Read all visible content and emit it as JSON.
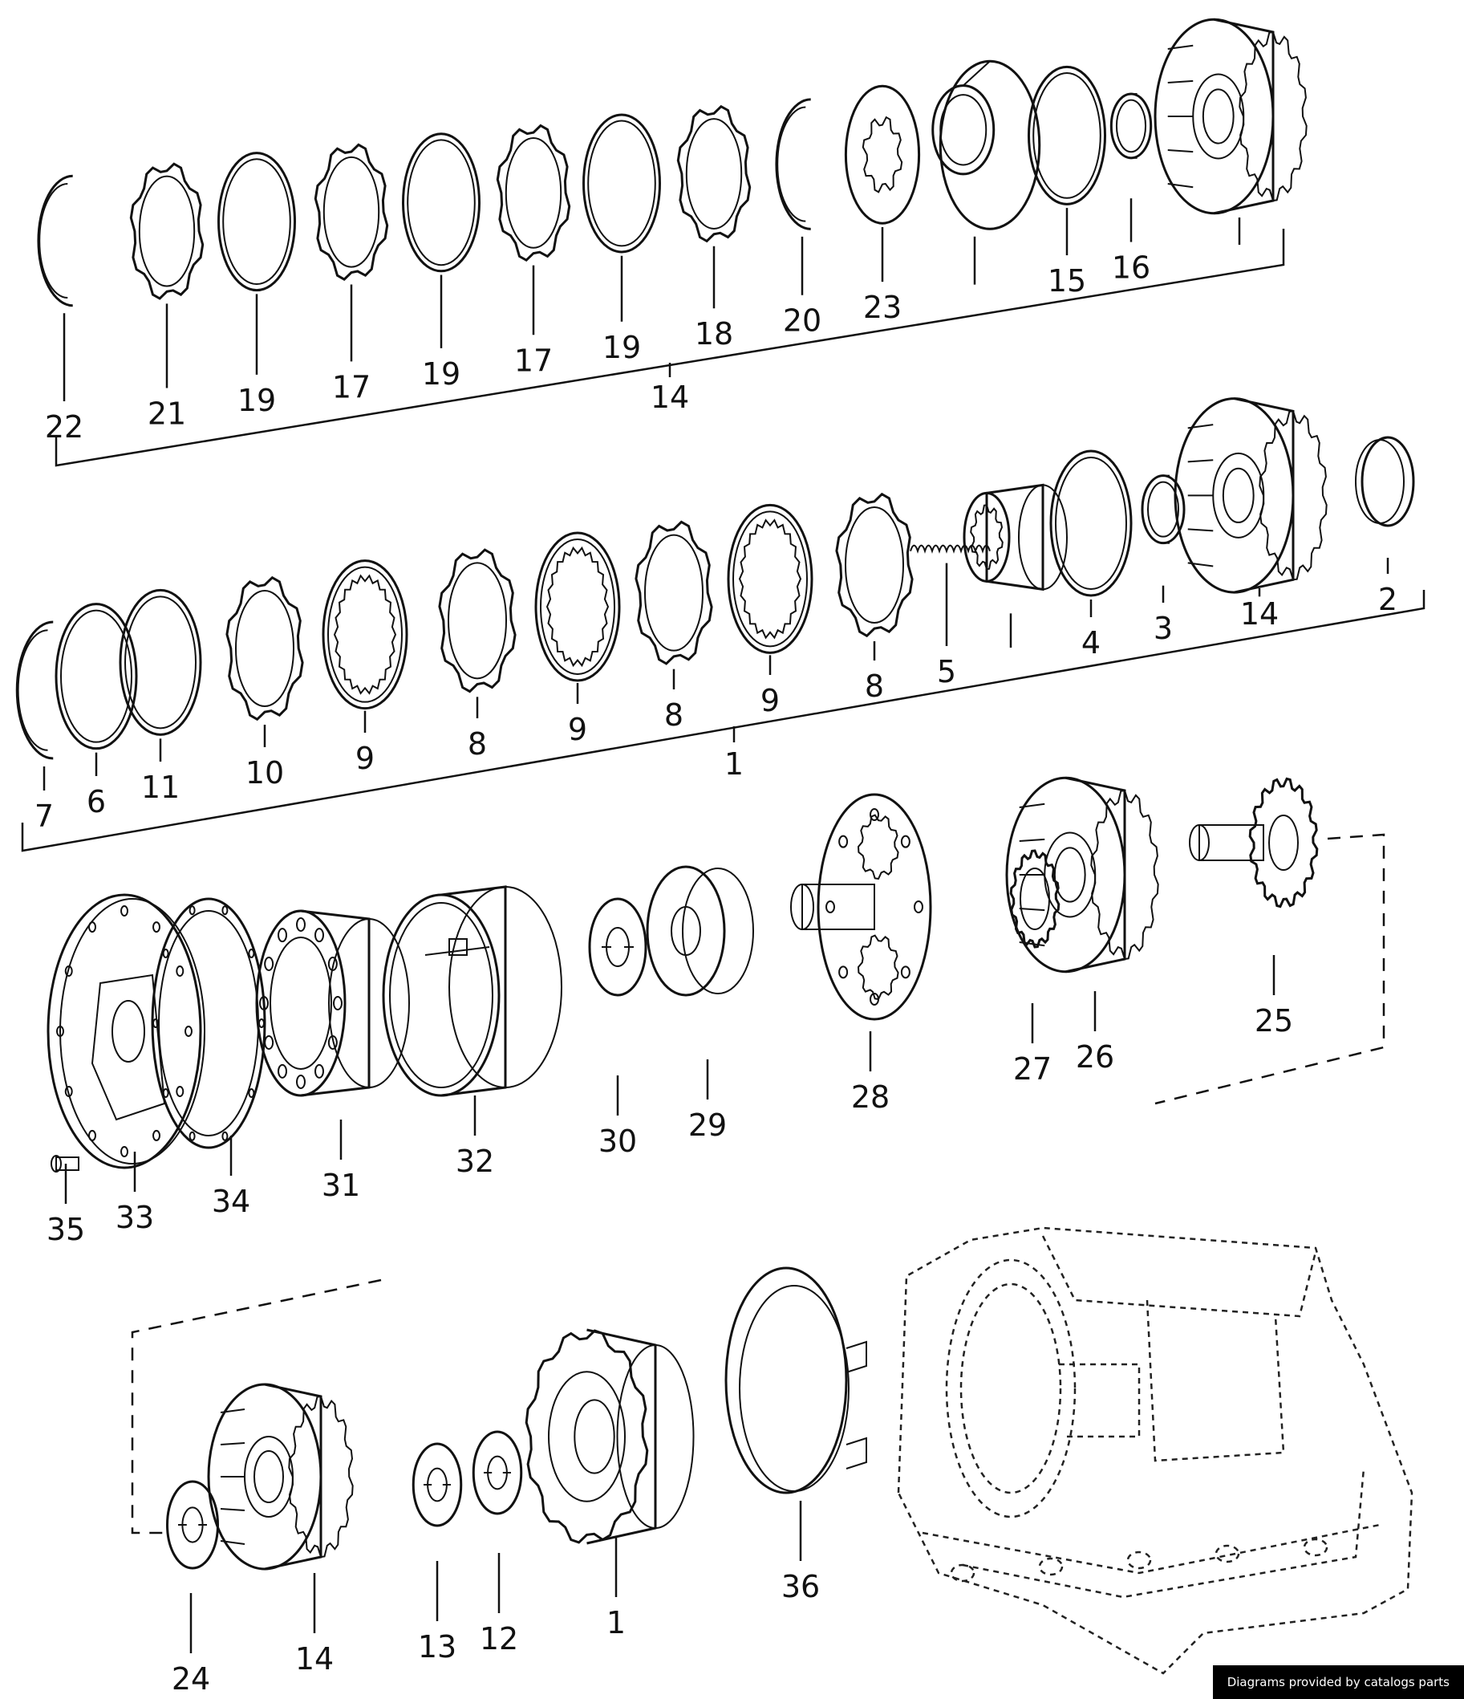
{
  "diagram": {
    "rows": [
      {
        "parts": [
          {
            "label": "22",
            "kind": "snapring"
          },
          {
            "label": "21",
            "kind": "steelplate"
          },
          {
            "label": "19",
            "kind": "ring"
          },
          {
            "label": "17",
            "kind": "steelplate"
          },
          {
            "label": "19",
            "kind": "ring"
          },
          {
            "label": "17",
            "kind": "steelplate"
          },
          {
            "label": "19",
            "kind": "ring"
          },
          {
            "label": "18",
            "kind": "steelplate"
          },
          {
            "label": "20",
            "kind": "snapring"
          },
          {
            "label": "23",
            "kind": "spring"
          },
          {
            "label": "",
            "kind": "piston"
          },
          {
            "label": "15",
            "kind": "ring"
          },
          {
            "label": "16",
            "kind": "seal"
          },
          {
            "label": "",
            "kind": "drum"
          }
        ],
        "group_label": "14"
      },
      {
        "parts": [
          {
            "label": "7",
            "kind": "snapring"
          },
          {
            "label": "6",
            "kind": "ring"
          },
          {
            "label": "11",
            "kind": "ring"
          },
          {
            "label": "10",
            "kind": "steelplate"
          },
          {
            "label": "9",
            "kind": "frictionplate"
          },
          {
            "label": "8",
            "kind": "steelplate"
          },
          {
            "label": "9",
            "kind": "frictionplate"
          },
          {
            "label": "8",
            "kind": "steelplate"
          },
          {
            "label": "9",
            "kind": "frictionplate"
          },
          {
            "label": "8",
            "kind": "steelplate"
          },
          {
            "label": "5",
            "kind": "coilspring"
          },
          {
            "label": "",
            "kind": "hub"
          },
          {
            "label": "4",
            "kind": "ring"
          },
          {
            "label": "3",
            "kind": "seal"
          },
          {
            "label": "14",
            "kind": "drum"
          },
          {
            "label": "2",
            "kind": "bushing"
          }
        ],
        "group_label": "1"
      },
      {
        "parts": [
          {
            "label": "35",
            "kind": "screw"
          },
          {
            "label": "33",
            "kind": "cover"
          },
          {
            "label": "34",
            "kind": "gasket"
          },
          {
            "label": "31",
            "kind": "bearing"
          },
          {
            "label": "32",
            "kind": "ringgear"
          },
          {
            "label": "30",
            "kind": "tabwasher"
          },
          {
            "label": "29",
            "kind": "washers"
          },
          {
            "label": "28",
            "kind": "carrier"
          },
          {
            "label": "27",
            "kind": "sungear"
          },
          {
            "label": "26",
            "kind": "drum"
          },
          {
            "label": "25",
            "kind": "shaft"
          }
        ]
      },
      {
        "parts": [
          {
            "label": "24",
            "kind": "tabwasher"
          },
          {
            "label": "14",
            "kind": "drum"
          },
          {
            "label": "13",
            "kind": "tabwasher"
          },
          {
            "label": "12",
            "kind": "tabwasher"
          },
          {
            "label": "1",
            "kind": "clutchassy"
          },
          {
            "label": "36",
            "kind": "band"
          }
        ]
      }
    ]
  },
  "footer": {
    "credit": "Diagrams provided by catalogs parts"
  }
}
